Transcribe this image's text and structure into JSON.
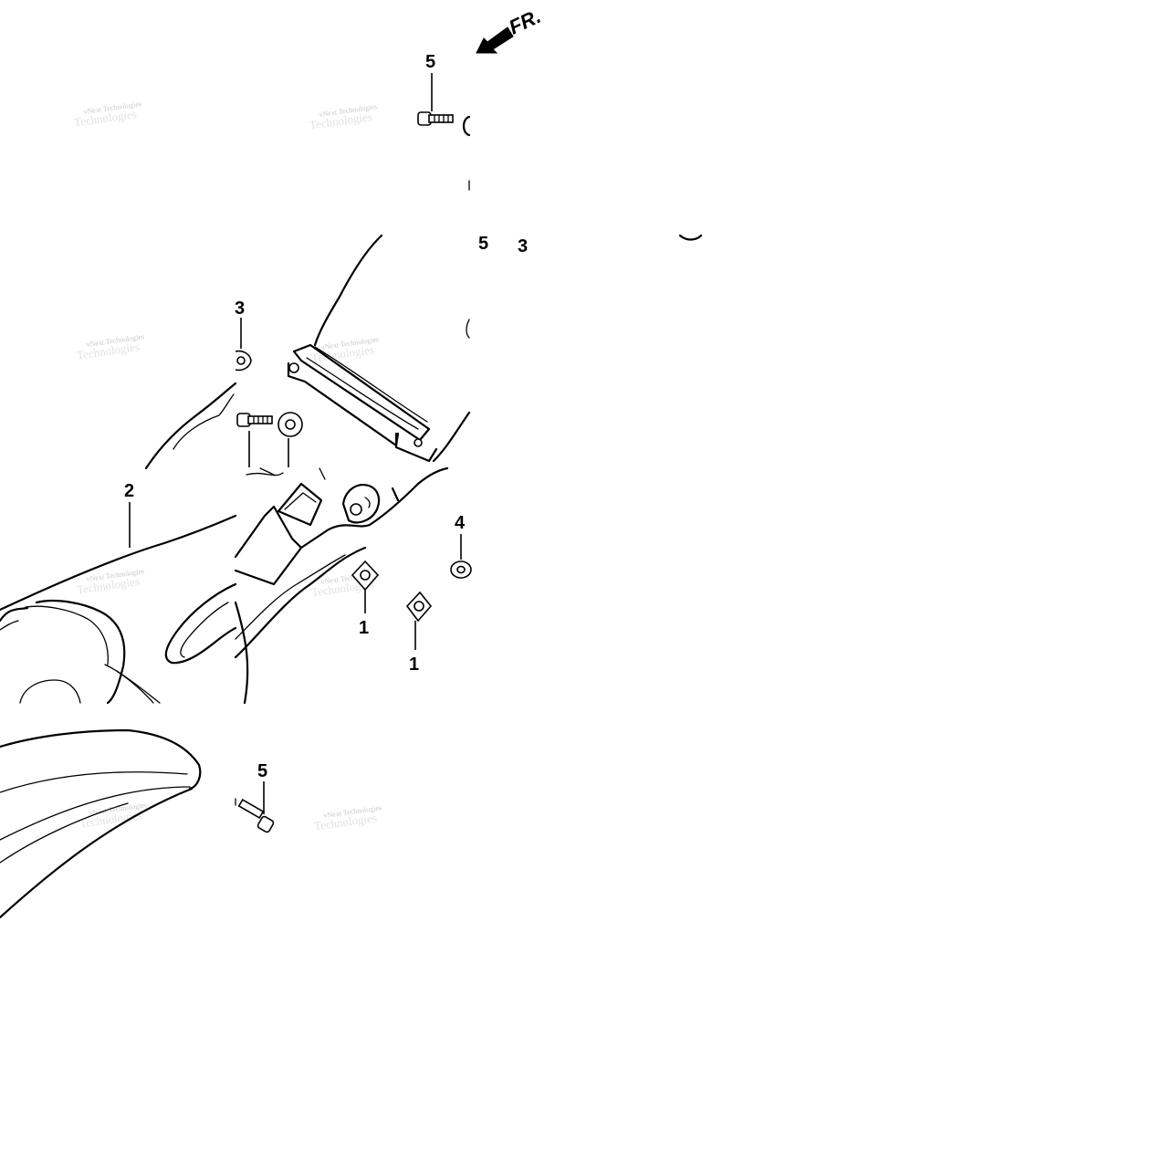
{
  "diagram": {
    "direction_label": "FR.",
    "watermark_text": "vNext Technologies",
    "callouts": [
      {
        "id": "c1",
        "label": "5"
      },
      {
        "id": "c2",
        "label": "5"
      },
      {
        "id": "c3",
        "label": "3"
      },
      {
        "id": "c4",
        "label": "3"
      },
      {
        "id": "c5",
        "label": "2"
      },
      {
        "id": "c6",
        "label": "4"
      },
      {
        "id": "c7",
        "label": "1"
      },
      {
        "id": "c8",
        "label": "1"
      },
      {
        "id": "c9",
        "label": "5"
      }
    ]
  }
}
